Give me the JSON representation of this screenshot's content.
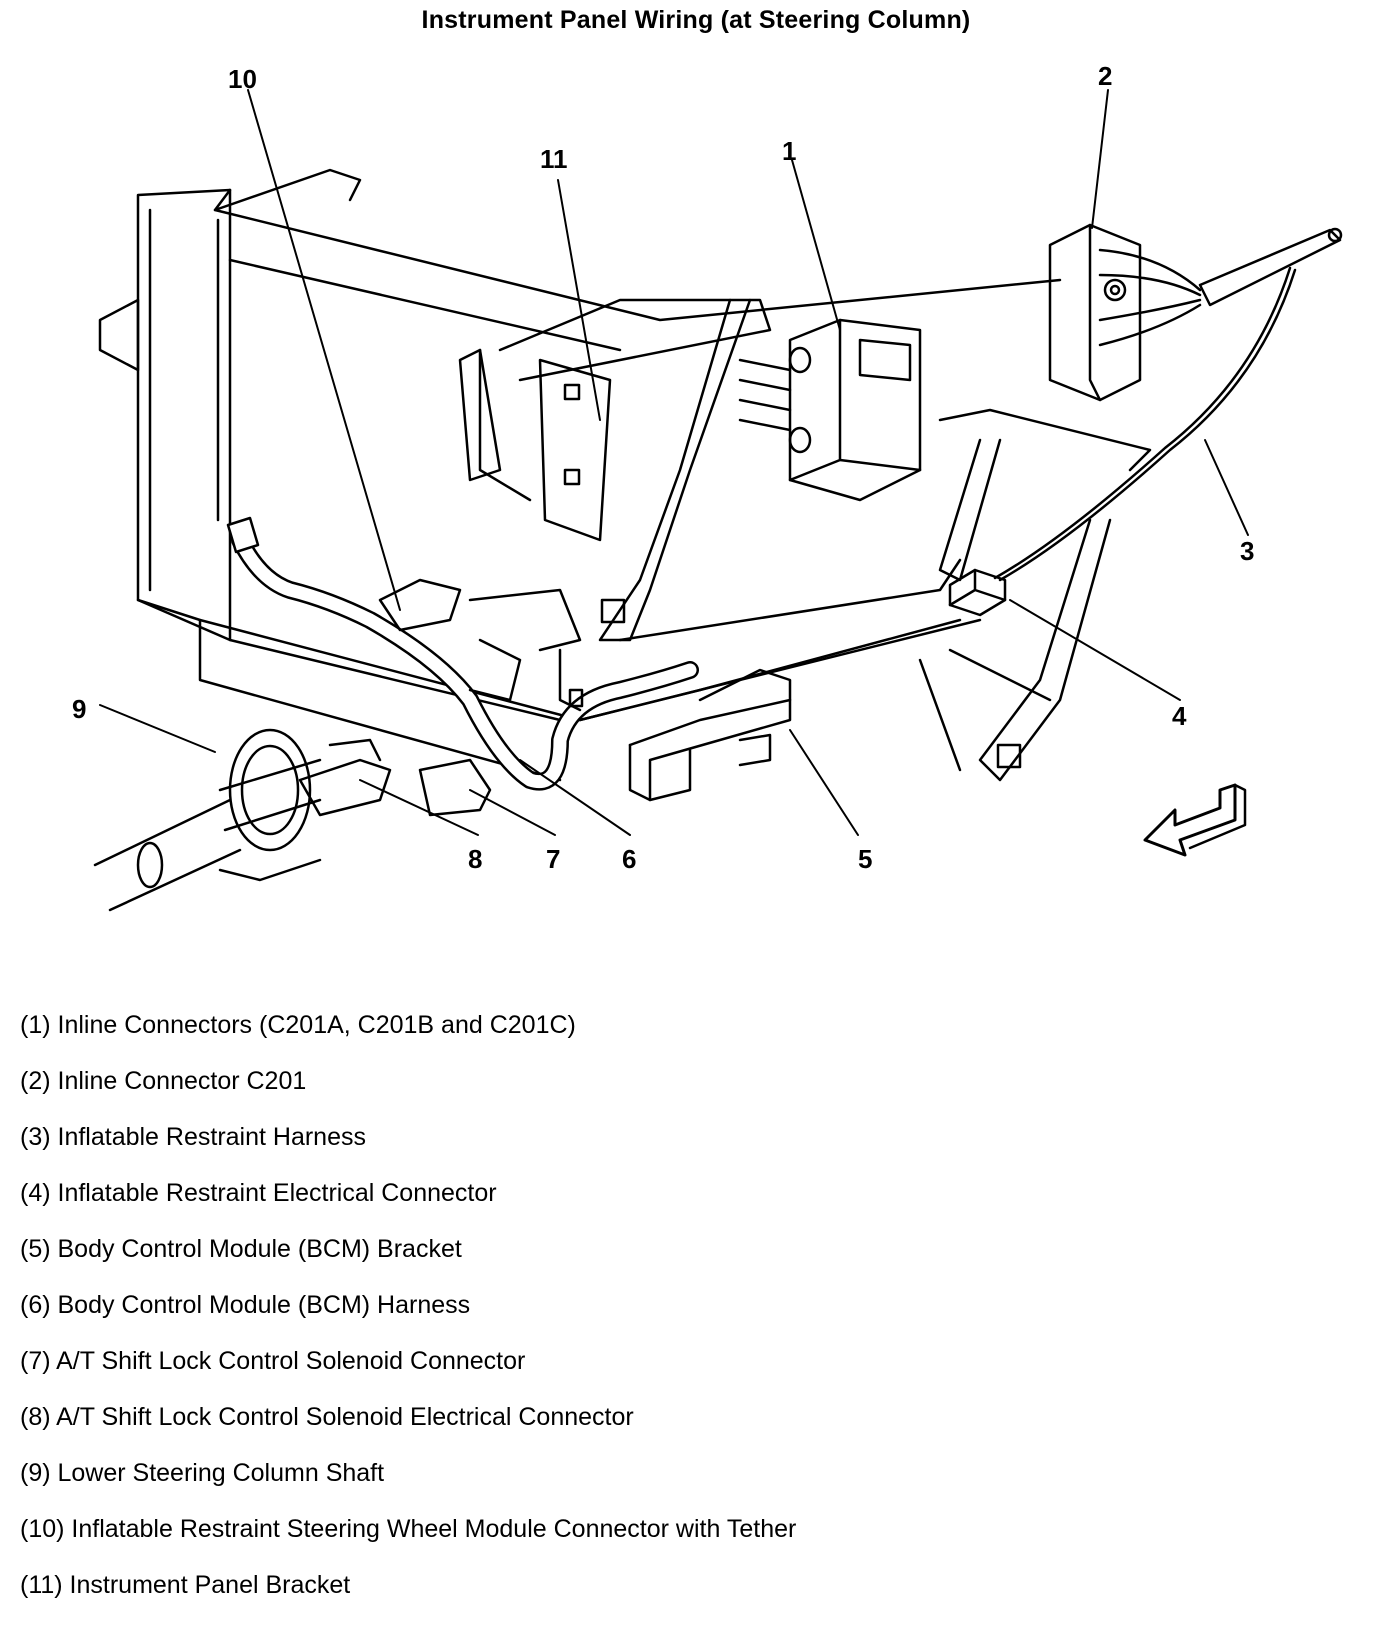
{
  "title": "Instrument Panel Wiring (at Steering Column)",
  "callouts": [
    "1",
    "2",
    "3",
    "4",
    "5",
    "6",
    "7",
    "8",
    "9",
    "10",
    "11"
  ],
  "legend": [
    {
      "text": "(1) Inline Connectors (C201A, C201B and C201C)"
    },
    {
      "text": "(2) Inline Connector C201"
    },
    {
      "text": "(3) Inflatable Restraint Harness"
    },
    {
      "text": "(4) Inflatable Restraint Electrical Connector"
    },
    {
      "text": "(5) Body Control Module (BCM) Bracket"
    },
    {
      "text": "(6) Body Control Module (BCM) Harness"
    },
    {
      "text": "(7) A/T Shift Lock Control Solenoid Connector"
    },
    {
      "text": "(8) A/T Shift Lock Control Solenoid Electrical Connector"
    },
    {
      "text": "(9) Lower Steering Column Shaft"
    },
    {
      "text": "(10) Inflatable Restraint Steering Wheel Module Connector with Tether"
    },
    {
      "text": "(11) Instrument Panel Bracket"
    }
  ]
}
